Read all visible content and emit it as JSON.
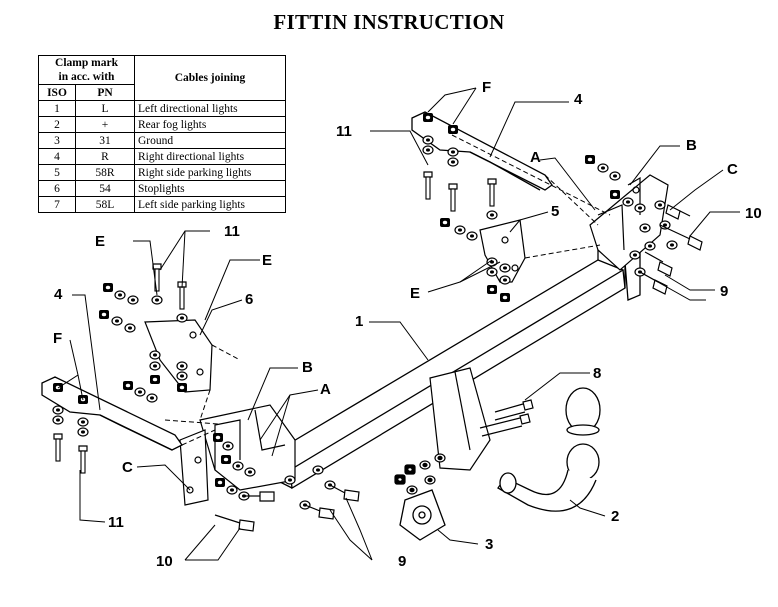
{
  "title": "FITTIN INSTRUCTION",
  "table": {
    "header_clamp": [
      "Clamp mark",
      "in acc. with"
    ],
    "header_cables": "Cables joining",
    "col_iso": "ISO",
    "col_pn": "PN",
    "rows": [
      {
        "iso": "1",
        "pn": "L",
        "desc": "Left directional lights"
      },
      {
        "iso": "2",
        "pn": "+",
        "desc": "Rear fog lights"
      },
      {
        "iso": "3",
        "pn": "31",
        "desc": "Ground"
      },
      {
        "iso": "4",
        "pn": "R",
        "desc": "Right directional lights"
      },
      {
        "iso": "5",
        "pn": "58R",
        "desc": "Right side parking lights"
      },
      {
        "iso": "6",
        "pn": "54",
        "desc": "Stoplights"
      },
      {
        "iso": "7",
        "pn": "58L",
        "desc": "Left side parking lights"
      }
    ]
  },
  "labels": {
    "F_right": "F",
    "n4_right": "4",
    "n11_right": "11",
    "A_right": "A",
    "B_right": "B",
    "C_right": "C",
    "n10_right": "10",
    "n5": "5",
    "E_right": "E",
    "n9_right": "9",
    "E_left_top": "E",
    "n11_left": "11",
    "E_left": "E",
    "n6": "6",
    "n4_left": "4",
    "F_left": "F",
    "n1": "1",
    "B_left": "B",
    "A_left": "A",
    "n8": "8",
    "C_left": "C",
    "n11_bottom": "11",
    "n2": "2",
    "n3": "3",
    "n10_left": "10",
    "n9_left": "9"
  }
}
